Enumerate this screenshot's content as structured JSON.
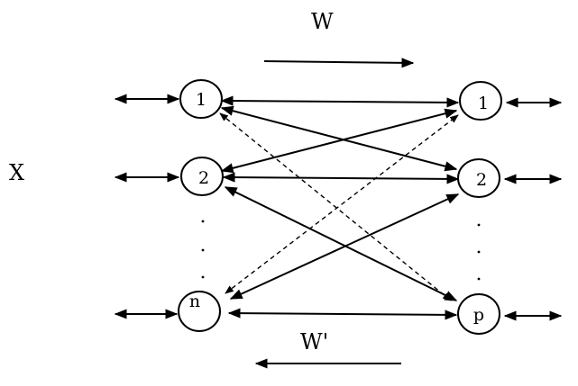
{
  "labels": {
    "w_forward": "W",
    "w_backward": "W'",
    "input": "X"
  },
  "left_layer": [
    {
      "id": "l1",
      "label": "1"
    },
    {
      "id": "l2",
      "label": "2"
    },
    {
      "id": "ln",
      "label": "n"
    }
  ],
  "right_layer": [
    {
      "id": "r1",
      "label": "1"
    },
    {
      "id": "r2",
      "label": "2"
    },
    {
      "id": "rp",
      "label": "p"
    }
  ]
}
